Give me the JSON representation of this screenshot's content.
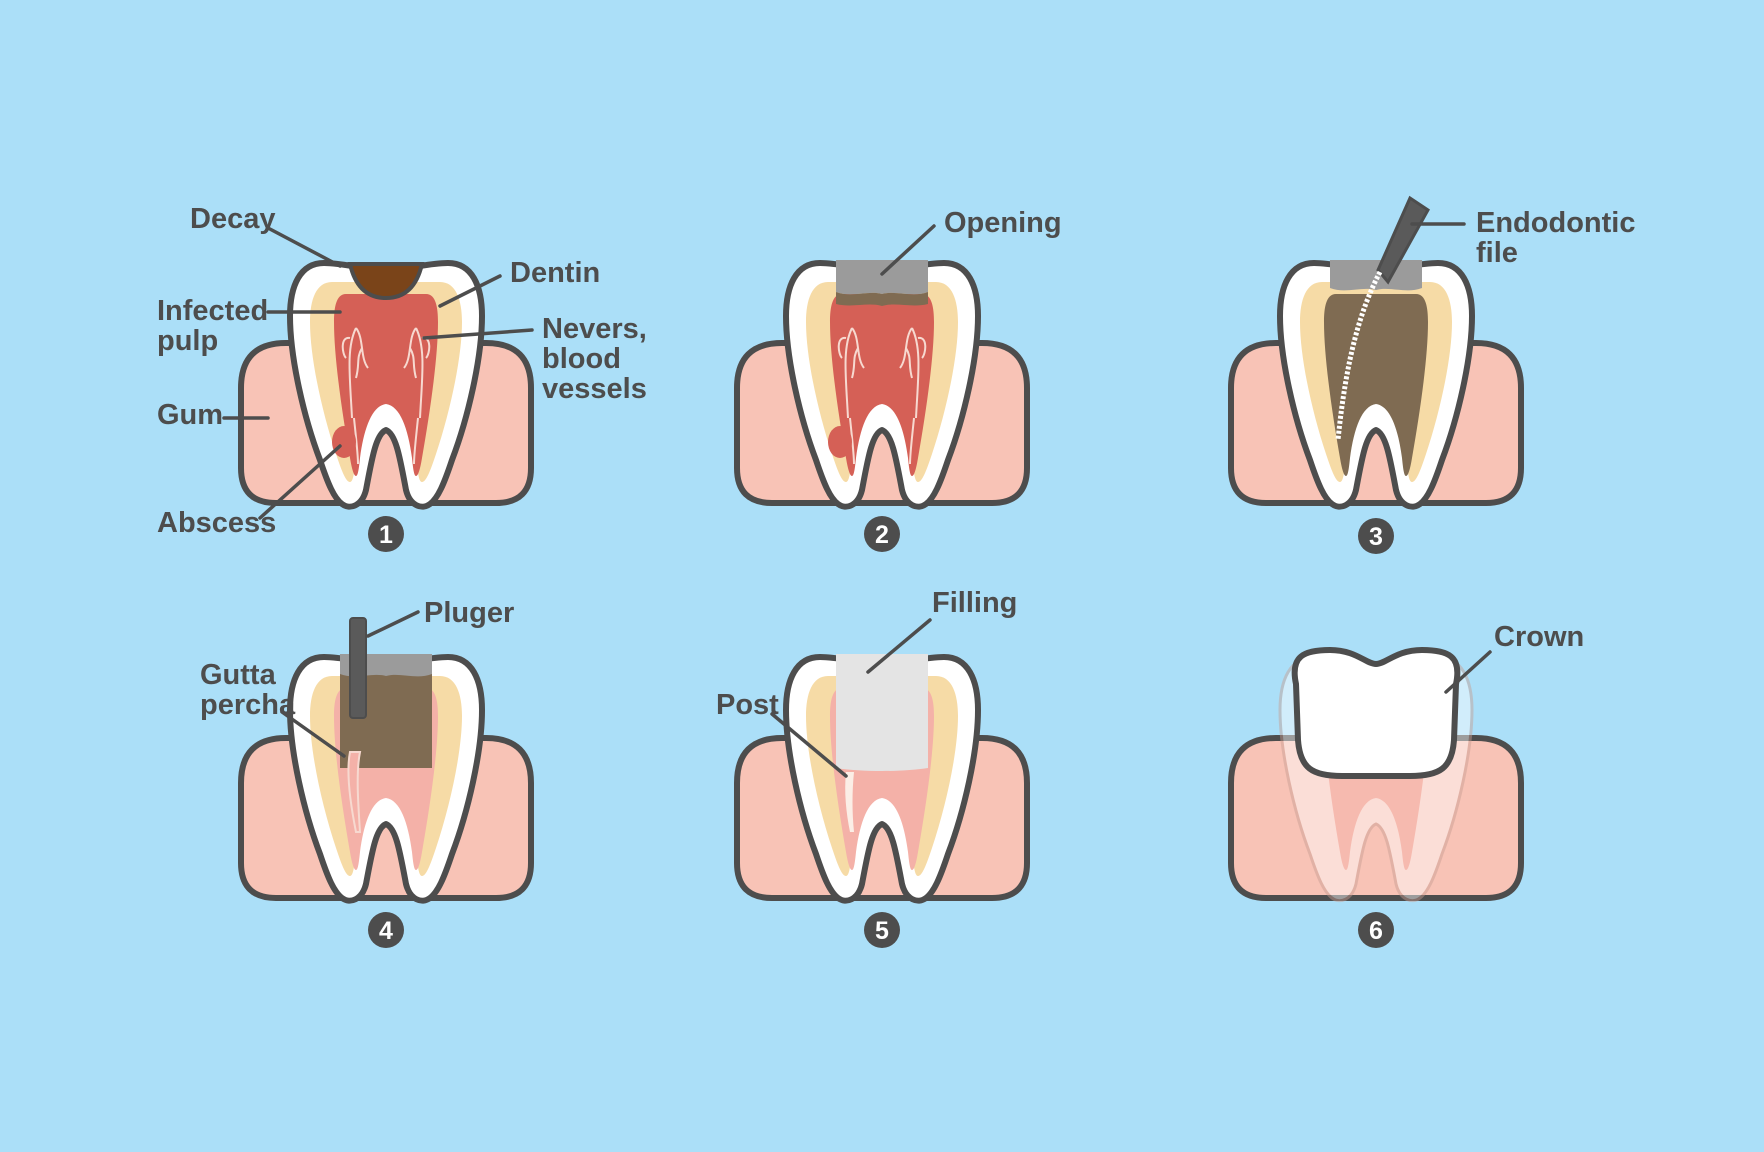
{
  "background_color": "#abdff8",
  "colors": {
    "gum": "#f8c3b6",
    "outline": "#4d4d4d",
    "enamel": "#ffffff",
    "dentin": "#f6dba6",
    "pulp_infected": "#d56056",
    "pulp_healthy": "#f4b1a8",
    "decay": "#7a4419",
    "cavity": "#7f6b52",
    "opening": "#9b9b9b",
    "filling": "#e4e4e4",
    "tool": "#5a5a5a"
  },
  "steps": [
    {
      "number": "1",
      "labels": {
        "decay": "Decay",
        "dentin": "Dentin",
        "infected_pulp_1": "Infected",
        "infected_pulp_2": "pulp",
        "nerves_1": "Nevers,",
        "nerves_2": "blood",
        "nerves_3": "vessels",
        "gum": "Gum",
        "abscess": "Abscess"
      }
    },
    {
      "number": "2",
      "labels": {
        "opening": "Opening"
      }
    },
    {
      "number": "3",
      "labels": {
        "file_1": "Endodontic",
        "file_2": "file"
      }
    },
    {
      "number": "4",
      "labels": {
        "pluger": "Pluger",
        "gutta_1": "Gutta",
        "gutta_2": "percha"
      }
    },
    {
      "number": "5",
      "labels": {
        "filling": "Filling",
        "post": "Post"
      }
    },
    {
      "number": "6",
      "labels": {
        "crown": "Crown"
      }
    }
  ]
}
